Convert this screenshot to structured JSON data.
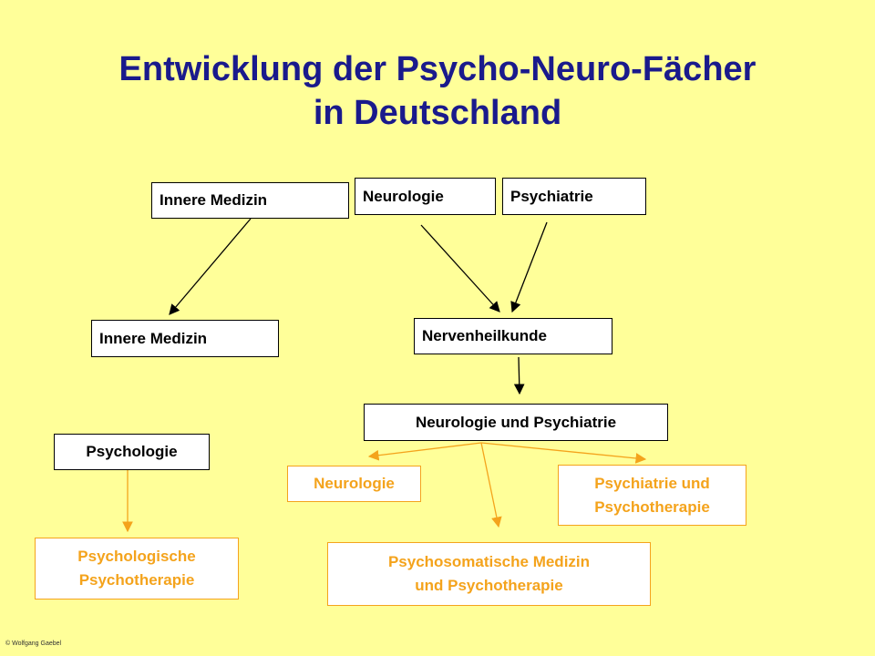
{
  "title": {
    "line1": "Entwicklung der Psycho-Neuro-Fächer",
    "line2": "in Deutschland"
  },
  "nodes": {
    "innere_medizin_top": "Innere Medizin",
    "neurologie_top": "Neurologie",
    "psychiatrie_top": "Psychiatrie",
    "innere_medizin_mid": "Innere Medizin",
    "nervenheilkunde": "Nervenheilkunde",
    "neurologie_und_psychiatrie": "Neurologie und Psychiatrie",
    "psychologie": "Psychologie",
    "neurologie_bottom": "Neurologie",
    "psychiatrie_psychotherapie": [
      "Psychiatrie und",
      "Psychotherapie"
    ],
    "psychologische_psychotherapie": [
      "Psychologische",
      "Psychotherapie"
    ],
    "psychosomatische_medizin": [
      "Psychosomatische Medizin",
      "und Psychotherapie"
    ]
  },
  "colors": {
    "background": "#ffff99",
    "title": "#1a1a8c",
    "modern_fields": "#f4a31c",
    "historic_fields": "#000000"
  },
  "footer": {
    "copyright": "© Wolfgang Gaebel"
  }
}
